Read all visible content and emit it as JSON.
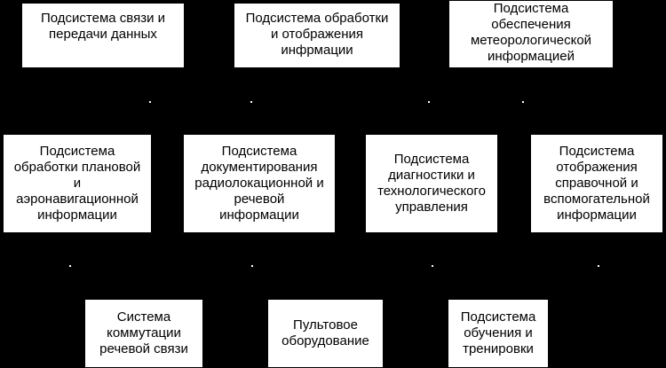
{
  "colors": {
    "background": "#000000",
    "box_fill": "#ffffff",
    "box_text": "#000000"
  },
  "diagram": {
    "row1": [
      {
        "text": "Подсистема связи и\nпередачи данных"
      },
      {
        "text": "Подсистема обработки\nи отображения\nинфрмации"
      },
      {
        "text": "Подсистема\nобеспечения\nметеорологической\nинформацией"
      }
    ],
    "row2": [
      {
        "text": "Подсистема\nобработки плановой\nи\nаэронавигационной\nинформации"
      },
      {
        "text": "Подсистема\nдокументирования\nрадиолокационной и\nречевой\nинформации"
      },
      {
        "text": "Подсистема\nдиагностики и\nтехнологического\nуправления"
      },
      {
        "text": "Подсистема\nотображения\nсправочной и\nвспомогательной\nинформации"
      }
    ],
    "row3": [
      {
        "text": "Система\nкоммутации\nречевой связи"
      },
      {
        "text": "Пультовое\nоборудование"
      },
      {
        "text": "Подсистема\nобучения и\nтренировки"
      }
    ]
  }
}
